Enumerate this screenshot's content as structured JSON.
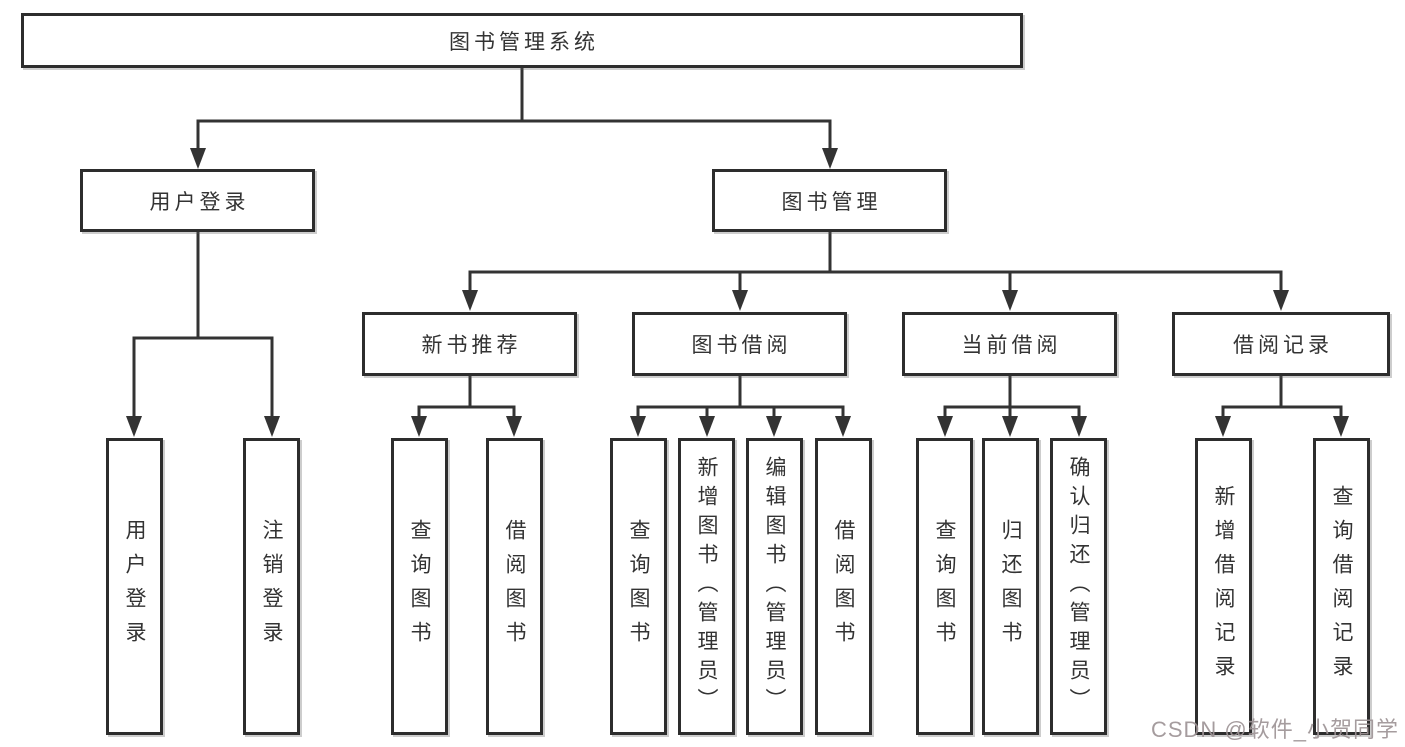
{
  "diagram": {
    "title": "图书管理系统",
    "level2": {
      "user_login": "用户登录",
      "book_management": "图书管理"
    },
    "level3": {
      "new_book_recommend": "新书推荐",
      "book_borrow": "图书借阅",
      "current_borrow": "当前借阅",
      "borrow_records": "借阅记录"
    },
    "leaves": {
      "user_login": "用户登录",
      "logout": "注销登录",
      "nb_query_books": "查询图书",
      "nb_borrow_books": "借阅图书",
      "bb_query_books": "查询图书",
      "bb_add_books_admin": "新增图书（管理员）",
      "bb_edit_books_admin": "编辑图书（管理员）",
      "bb_borrow_books": "借阅图书",
      "cb_query_books": "查询图书",
      "cb_return_books": "归还图书",
      "cb_confirm_return_admin": "确认归还（管理员）",
      "br_add_record": "新增借阅记录",
      "br_query_record": "查询借阅记录"
    },
    "colors": {
      "line": "#333333",
      "box_border": "#2d2d2d",
      "box_fill": "#ffffff",
      "text": "#333333",
      "watermark": "#9e9496"
    }
  },
  "watermark": {
    "text": "CSDN @软件_小贺同学"
  }
}
